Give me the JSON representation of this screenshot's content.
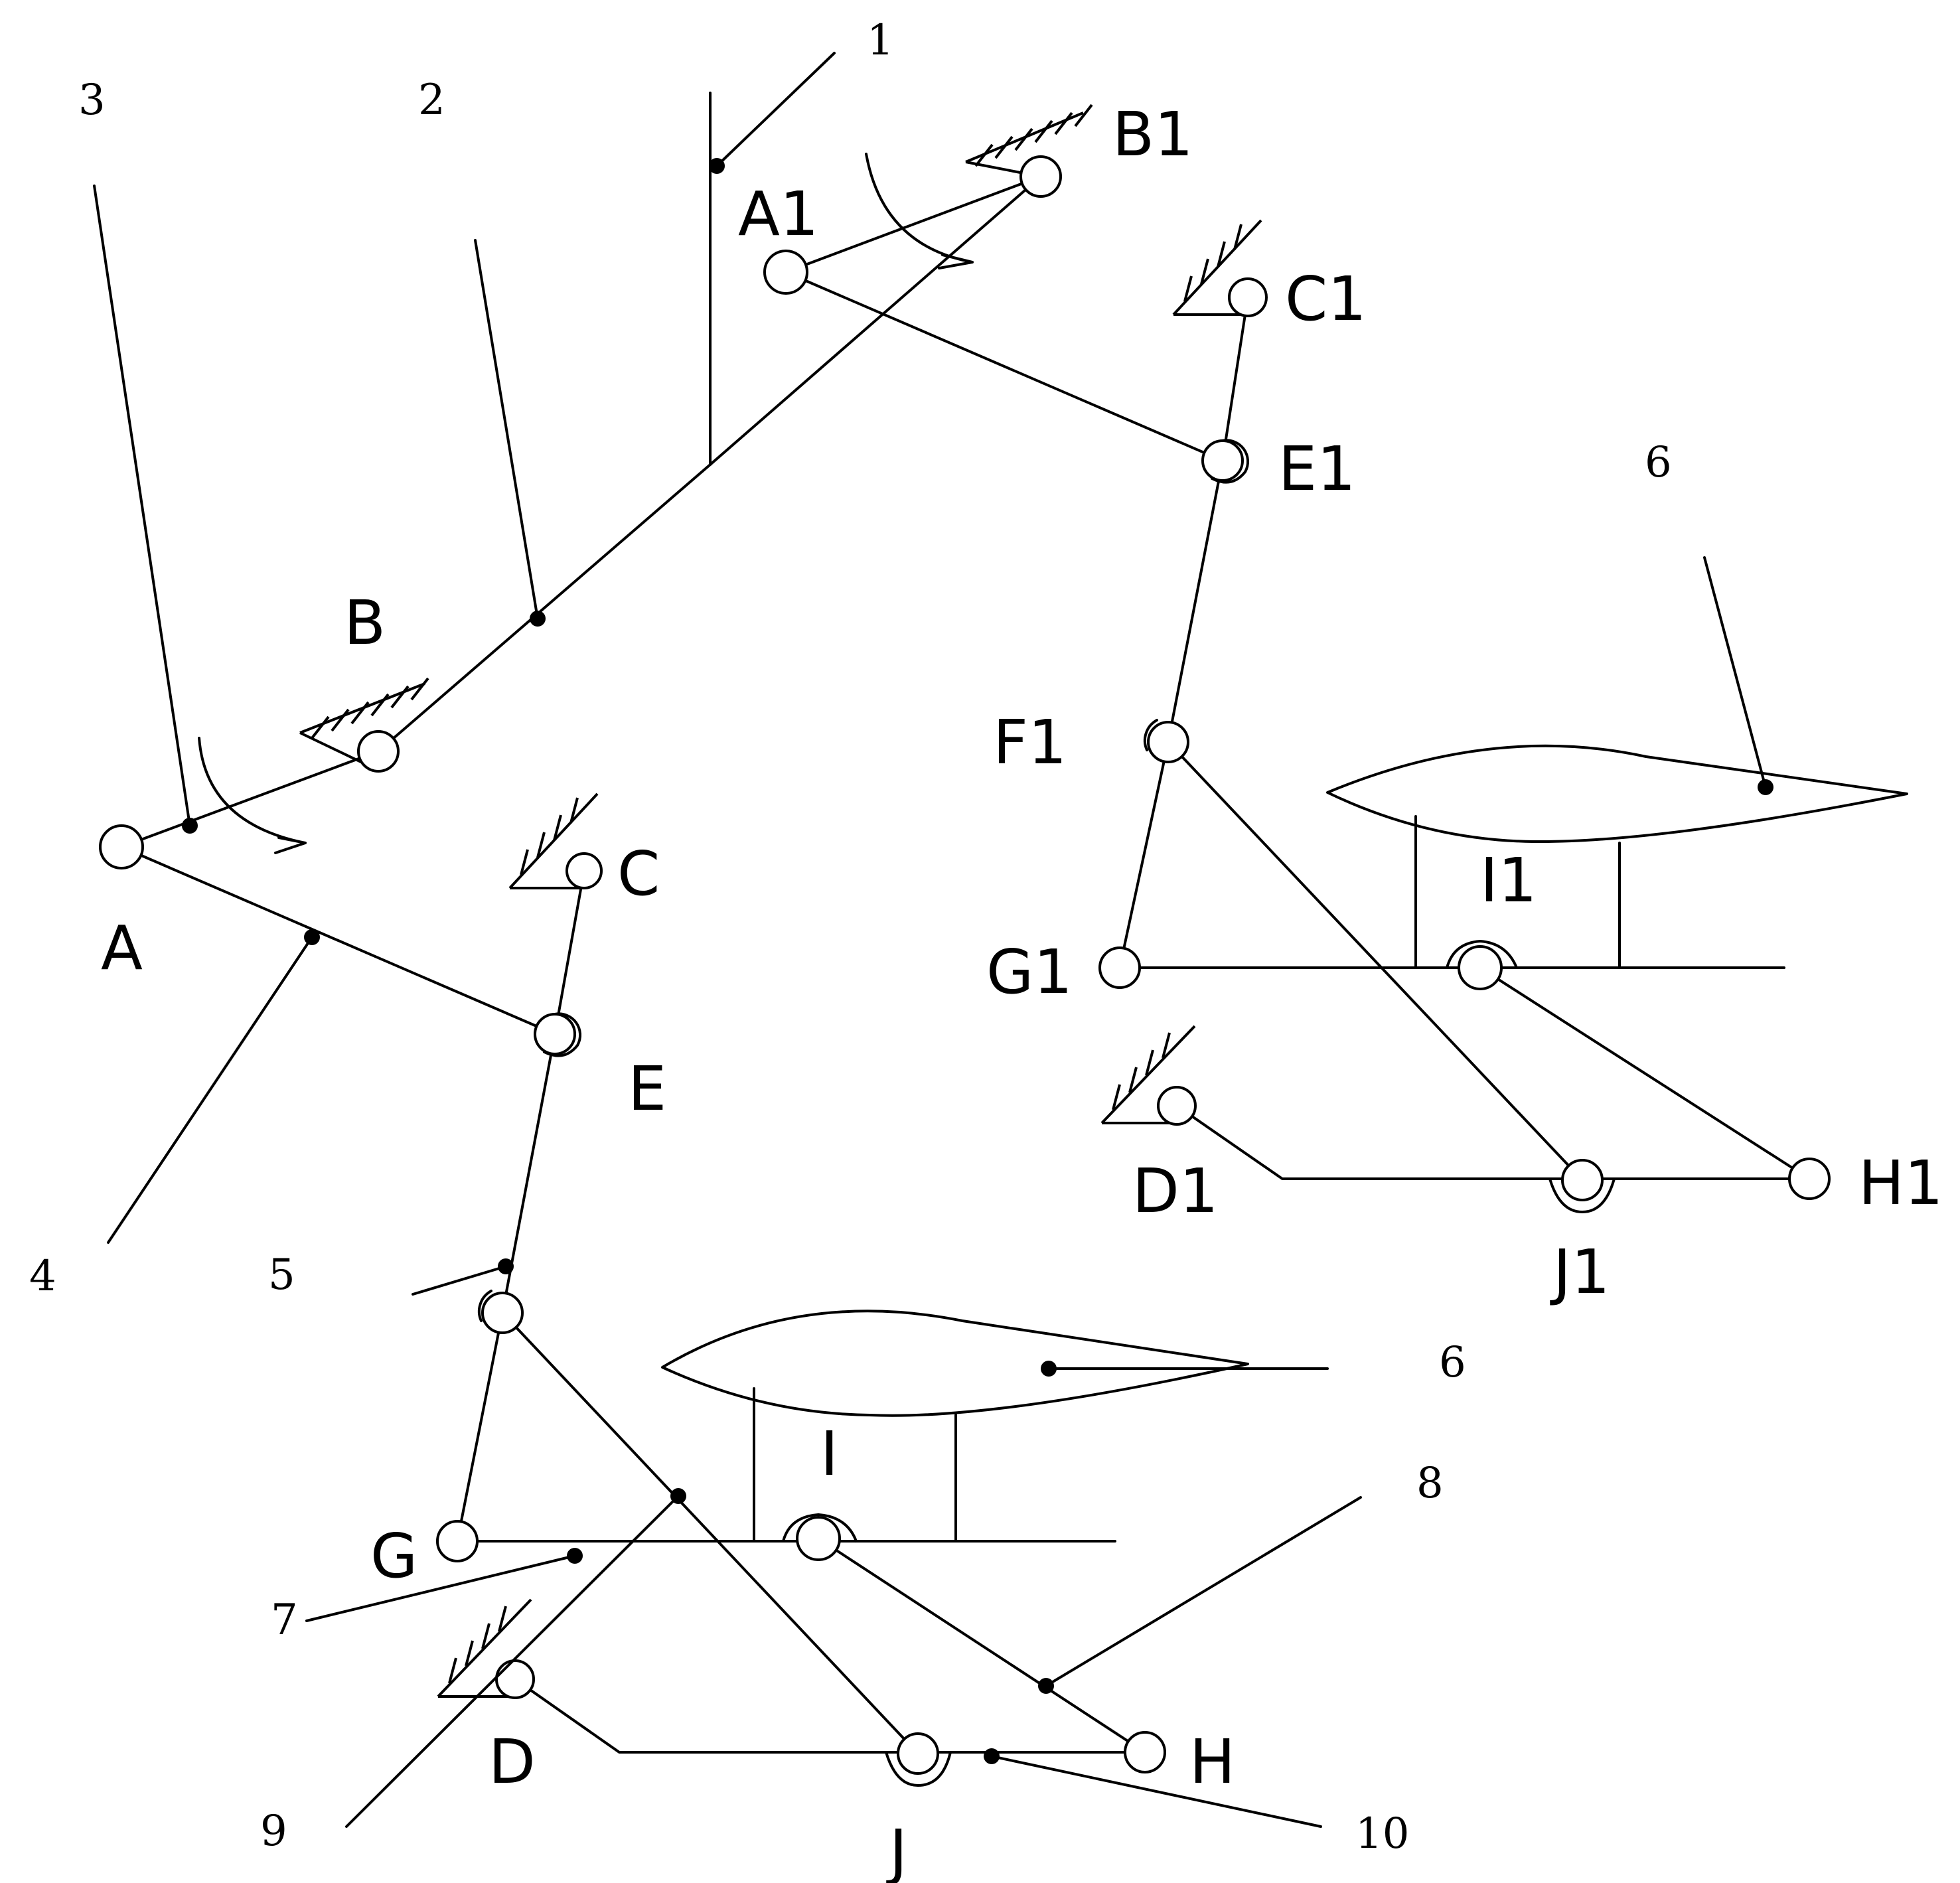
{
  "joint_labels": {
    "A": "A",
    "B": "B",
    "C": "C",
    "D": "D",
    "E": "E",
    "G": "G",
    "H": "H",
    "I": "I",
    "J": "J",
    "A1": "A1",
    "B1": "B1",
    "C1": "C1",
    "D1": "D1",
    "E1": "E1",
    "F1": "F1",
    "G1": "G1",
    "H1": "H1",
    "I1": "I1",
    "J1": "J1"
  },
  "part_numbers": {
    "n1": "1",
    "n2": "2",
    "n3": "3",
    "n4": "4",
    "n5": "5",
    "n6_upper": "6",
    "n6_lower": "6",
    "n7": "7",
    "n8": "8",
    "n9": "9",
    "n10": "10"
  }
}
